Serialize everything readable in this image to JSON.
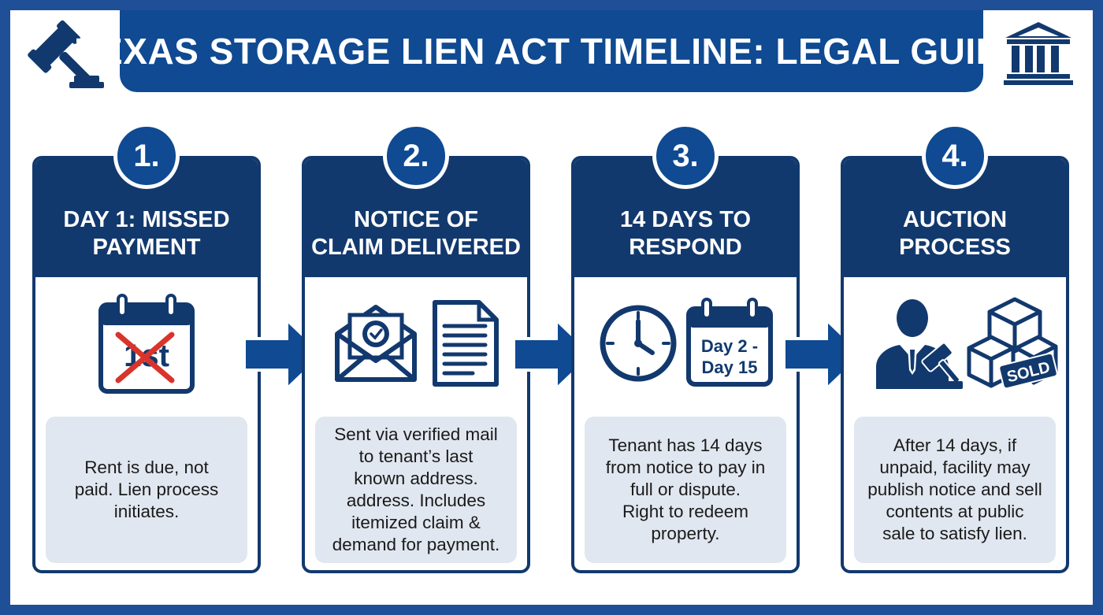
{
  "title": "TEXAS STORAGE LIEN ACT TIMELINE: LEGAL GUIDE",
  "icons": {
    "top_left": "gavel-icon",
    "top_right": "courthouse-icon"
  },
  "steps": [
    {
      "number": "1.",
      "title_lines": [
        "DAY 1: MISSED",
        "PAYMENT"
      ],
      "icons": [
        "calendar-icon"
      ],
      "calendar_text": "1st",
      "desc_lines": [
        "Rent is due, not",
        "paid. Lien process",
        "initiates."
      ]
    },
    {
      "number": "2.",
      "title_lines": [
        "NOTICE OF",
        "CLAIM DELIVERED"
      ],
      "icons": [
        "certified-mail-icon",
        "document-icon"
      ],
      "desc_lines": [
        "Sent via verified mail",
        "to tenant’s last",
        "known address.",
        "address. Includes",
        "itemized claim &",
        "demand for payment."
      ]
    },
    {
      "number": "3.",
      "title_lines": [
        "14 DAYS TO",
        "RESPOND"
      ],
      "icons": [
        "clock-icon",
        "calendar-icon"
      ],
      "calendar_lines": [
        "Day 2 -",
        "Day 15"
      ],
      "desc_lines": [
        "Tenant has 14 days",
        "from notice to pay in",
        "full or dispute.",
        "Right to redeem",
        "property."
      ]
    },
    {
      "number": "4.",
      "title_lines": [
        "AUCTION",
        "PROCESS"
      ],
      "icons": [
        "auctioneer-icon",
        "boxes-icon"
      ],
      "sold_label": "SOLD",
      "desc_lines": [
        "After 14 days, if",
        "unpaid, facility may",
        "publish notice and sell",
        "contents at public",
        "sale to satisfy lien."
      ]
    }
  ],
  "colors": {
    "primary": "#0f4a92",
    "dark": "#12396e",
    "border": "#1f4f96",
    "panel": "#e1e7f0",
    "cross": "#d9342b"
  }
}
